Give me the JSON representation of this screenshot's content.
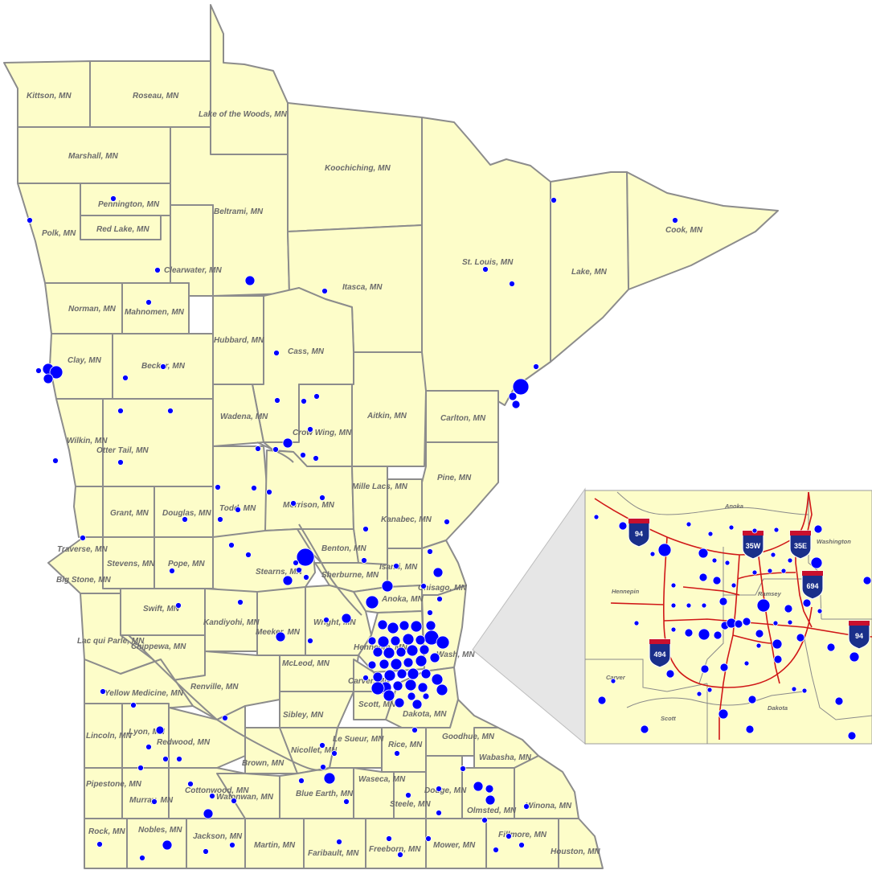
{
  "counties": [
    {
      "id": "kittson",
      "label": "Kittson, MN"
    },
    {
      "id": "roseau",
      "label": "Roseau, MN"
    },
    {
      "id": "lake-of-the-woods",
      "label": "Lake of the Woods, MN"
    },
    {
      "id": "marshall",
      "label": "Marshall, MN"
    },
    {
      "id": "koochiching",
      "label": "Koochiching, MN"
    },
    {
      "id": "pennington",
      "label": "Pennington, MN"
    },
    {
      "id": "red-lake",
      "label": "Red Lake, MN"
    },
    {
      "id": "polk",
      "label": "Polk, MN"
    },
    {
      "id": "beltrami",
      "label": "Beltrami, MN"
    },
    {
      "id": "cook",
      "label": "Cook, MN"
    },
    {
      "id": "clearwater",
      "label": "Clearwater, MN"
    },
    {
      "id": "st-louis",
      "label": "St. Louis, MN"
    },
    {
      "id": "lake",
      "label": "Lake, MN"
    },
    {
      "id": "itasca",
      "label": "Itasca, MN"
    },
    {
      "id": "norman",
      "label": "Norman, MN"
    },
    {
      "id": "mahnomen",
      "label": "Mahnomen, MN"
    },
    {
      "id": "hubbard",
      "label": "Hubbard, MN"
    },
    {
      "id": "cass",
      "label": "Cass, MN"
    },
    {
      "id": "clay",
      "label": "Clay, MN"
    },
    {
      "id": "becker",
      "label": "Becker, MN"
    },
    {
      "id": "aitkin",
      "label": "Aitkin, MN"
    },
    {
      "id": "carlton",
      "label": "Carlton, MN"
    },
    {
      "id": "wadena",
      "label": "Wadena, MN"
    },
    {
      "id": "crow-wing",
      "label": "Crow Wing, MN"
    },
    {
      "id": "wilkin",
      "label": "Wilkin, MN"
    },
    {
      "id": "otter-tail",
      "label": "Otter Tail, MN"
    },
    {
      "id": "pine",
      "label": "Pine, MN"
    },
    {
      "id": "mille-lacs",
      "label": "Mille Lacs, MN"
    },
    {
      "id": "grant",
      "label": "Grant, MN"
    },
    {
      "id": "douglas",
      "label": "Douglas, MN"
    },
    {
      "id": "todd",
      "label": "Todd, MN"
    },
    {
      "id": "morrison",
      "label": "Morrison, MN"
    },
    {
      "id": "kanabec",
      "label": "Kanabec, MN"
    },
    {
      "id": "traverse",
      "label": "Traverse, MN"
    },
    {
      "id": "benton",
      "label": "Benton, MN"
    },
    {
      "id": "stevens",
      "label": "Stevens, MN"
    },
    {
      "id": "pope",
      "label": "Pope, MN"
    },
    {
      "id": "isanti",
      "label": "Isanti, MN"
    },
    {
      "id": "stearns",
      "label": "Stearns, MN"
    },
    {
      "id": "sherburne",
      "label": "Sherburne, MN"
    },
    {
      "id": "big-stone",
      "label": "Big Stone, MN"
    },
    {
      "id": "chisago",
      "label": "Chisago, MN"
    },
    {
      "id": "anoka",
      "label": "Anoka, MN"
    },
    {
      "id": "swift",
      "label": "Swift, MN"
    },
    {
      "id": "kandiyohi",
      "label": "Kandiyohi, MN"
    },
    {
      "id": "meeker",
      "label": "Meeker, MN"
    },
    {
      "id": "wright",
      "label": "Wright, MN"
    },
    {
      "id": "lac-qui-parle",
      "label": "Lac qui Parle, MN"
    },
    {
      "id": "chippewa",
      "label": "Chippewa, MN"
    },
    {
      "id": "hennepin",
      "label": "Hennepin, MN"
    },
    {
      "id": "washington",
      "label": "Wash, MN"
    },
    {
      "id": "mcleod",
      "label": "McLeod, MN"
    },
    {
      "id": "carver",
      "label": "Carver, MN"
    },
    {
      "id": "yellow-medicine",
      "label": "Yellow Medicine, MN"
    },
    {
      "id": "renville",
      "label": "Renville, MN"
    },
    {
      "id": "scott",
      "label": "Scott, MN"
    },
    {
      "id": "dakota",
      "label": "Dakota, MN"
    },
    {
      "id": "sibley",
      "label": "Sibley, MN"
    },
    {
      "id": "lincoln",
      "label": "Lincoln, MN"
    },
    {
      "id": "lyon",
      "label": "Lyon, MN"
    },
    {
      "id": "redwood",
      "label": "Redwood, MN"
    },
    {
      "id": "goodhue",
      "label": "Goodhue, MN"
    },
    {
      "id": "le-sueur",
      "label": "Le Sueur, MN"
    },
    {
      "id": "nicollet",
      "label": "Nicollet, MN"
    },
    {
      "id": "rice",
      "label": "Rice, MN"
    },
    {
      "id": "wabasha",
      "label": "Wabasha, MN"
    },
    {
      "id": "brown",
      "label": "Brown, MN"
    },
    {
      "id": "pipestone",
      "label": "Pipestone, MN"
    },
    {
      "id": "murray",
      "label": "Murray, MN"
    },
    {
      "id": "cottonwood",
      "label": "Cottonwood, MN"
    },
    {
      "id": "watonwan",
      "label": "Watonwan, MN"
    },
    {
      "id": "blue-earth",
      "label": "Blue Earth, MN"
    },
    {
      "id": "waseca",
      "label": "Waseca, MN"
    },
    {
      "id": "steele",
      "label": "Steele, MN"
    },
    {
      "id": "dodge",
      "label": "Dodge, MN"
    },
    {
      "id": "olmsted",
      "label": "Olmsted, MN"
    },
    {
      "id": "winona",
      "label": "Winona, MN"
    },
    {
      "id": "rock",
      "label": "Rock, MN"
    },
    {
      "id": "nobles",
      "label": "Nobles, MN"
    },
    {
      "id": "jackson",
      "label": "Jackson, MN"
    },
    {
      "id": "martin",
      "label": "Martin, MN"
    },
    {
      "id": "faribault",
      "label": "Faribault, MN"
    },
    {
      "id": "freeborn",
      "label": "Freeborn, MN"
    },
    {
      "id": "mower",
      "label": "Mower, MN"
    },
    {
      "id": "fillmore",
      "label": "Fillmore, MN"
    },
    {
      "id": "houston",
      "label": "Houston, MN"
    }
  ],
  "inset": {
    "labels": [
      {
        "id": "anoka",
        "text": "Anoka"
      },
      {
        "id": "washington",
        "text": "Washington"
      },
      {
        "id": "hennepin",
        "text": "Hennepin"
      },
      {
        "id": "ramsey",
        "text": "Ramsey"
      },
      {
        "id": "carver",
        "text": "Carver"
      },
      {
        "id": "scott",
        "text": "Scott"
      },
      {
        "id": "dakota",
        "text": "Dakota"
      }
    ],
    "shields": [
      {
        "id": "i94-west",
        "text": "94"
      },
      {
        "id": "i35w",
        "text": "35W"
      },
      {
        "id": "i35e",
        "text": "35E"
      },
      {
        "id": "i694",
        "text": "694"
      },
      {
        "id": "i94-east",
        "text": "94"
      },
      {
        "id": "i494",
        "text": "494"
      }
    ]
  },
  "colors": {
    "land": "#fdfdc9",
    "border": "#8c8c8c",
    "marker": "#0000ff",
    "highway": "#d01818",
    "shield_blue": "#1a2f8a",
    "shield_red": "#c8102e"
  }
}
